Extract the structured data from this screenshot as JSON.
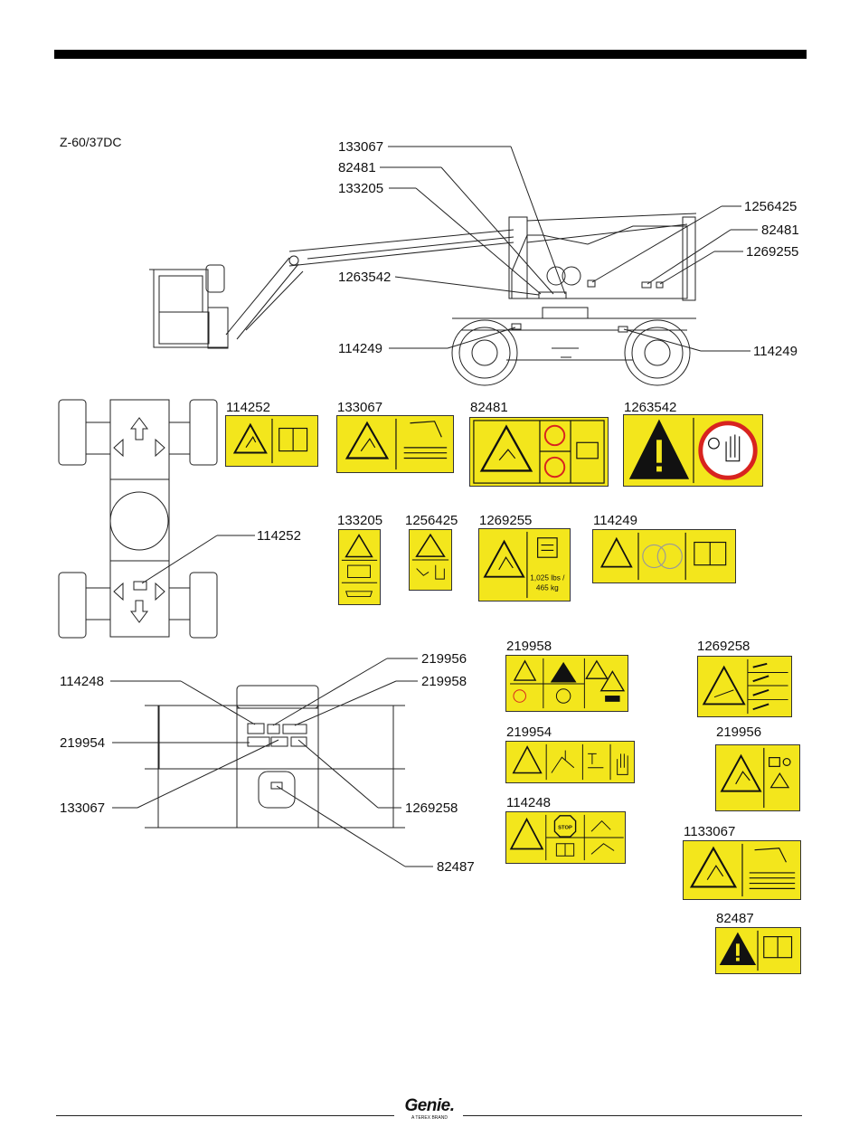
{
  "model": "Z-60/37DC",
  "side_view_callouts": [
    {
      "id": "sv-133067",
      "text": "133067"
    },
    {
      "id": "sv-82481a",
      "text": "82481"
    },
    {
      "id": "sv-133205",
      "text": "133205"
    },
    {
      "id": "sv-1263542",
      "text": "1263542"
    },
    {
      "id": "sv-114249a",
      "text": "114249"
    },
    {
      "id": "sv-1256425",
      "text": "1256425"
    },
    {
      "id": "sv-82481b",
      "text": "82481"
    },
    {
      "id": "sv-1269255",
      "text": "1269255"
    },
    {
      "id": "sv-114249b",
      "text": "114249"
    }
  ],
  "chassis_callouts": [
    {
      "text": "114252"
    }
  ],
  "platform_callouts": [
    {
      "text": "114248"
    },
    {
      "text": "219954"
    },
    {
      "text": "133067"
    },
    {
      "text": "219956"
    },
    {
      "text": "219958"
    },
    {
      "text": "1269258"
    },
    {
      "text": "82487"
    }
  ],
  "decals": [
    {
      "label": "114252"
    },
    {
      "label": "133067"
    },
    {
      "label": "82481"
    },
    {
      "label": "1263542"
    },
    {
      "label": "133205"
    },
    {
      "label": "1256425"
    },
    {
      "label": "1269255"
    },
    {
      "label": "114249"
    },
    {
      "label": "219958"
    },
    {
      "label": "1269258"
    },
    {
      "label": "219954"
    },
    {
      "label": "219956"
    },
    {
      "label": "114248"
    },
    {
      "label": "1133067"
    },
    {
      "label": "82487"
    }
  ],
  "decal_texts": {
    "weight": "1,025 lbs /",
    "weight2": "465 kg",
    "stop": "STOP"
  },
  "footer": {
    "brand": "Genie.",
    "tagline": "A TEREX BRAND"
  },
  "colors": {
    "decal_yellow": "#f3e61c",
    "prohibit_red": "#d8231f"
  }
}
